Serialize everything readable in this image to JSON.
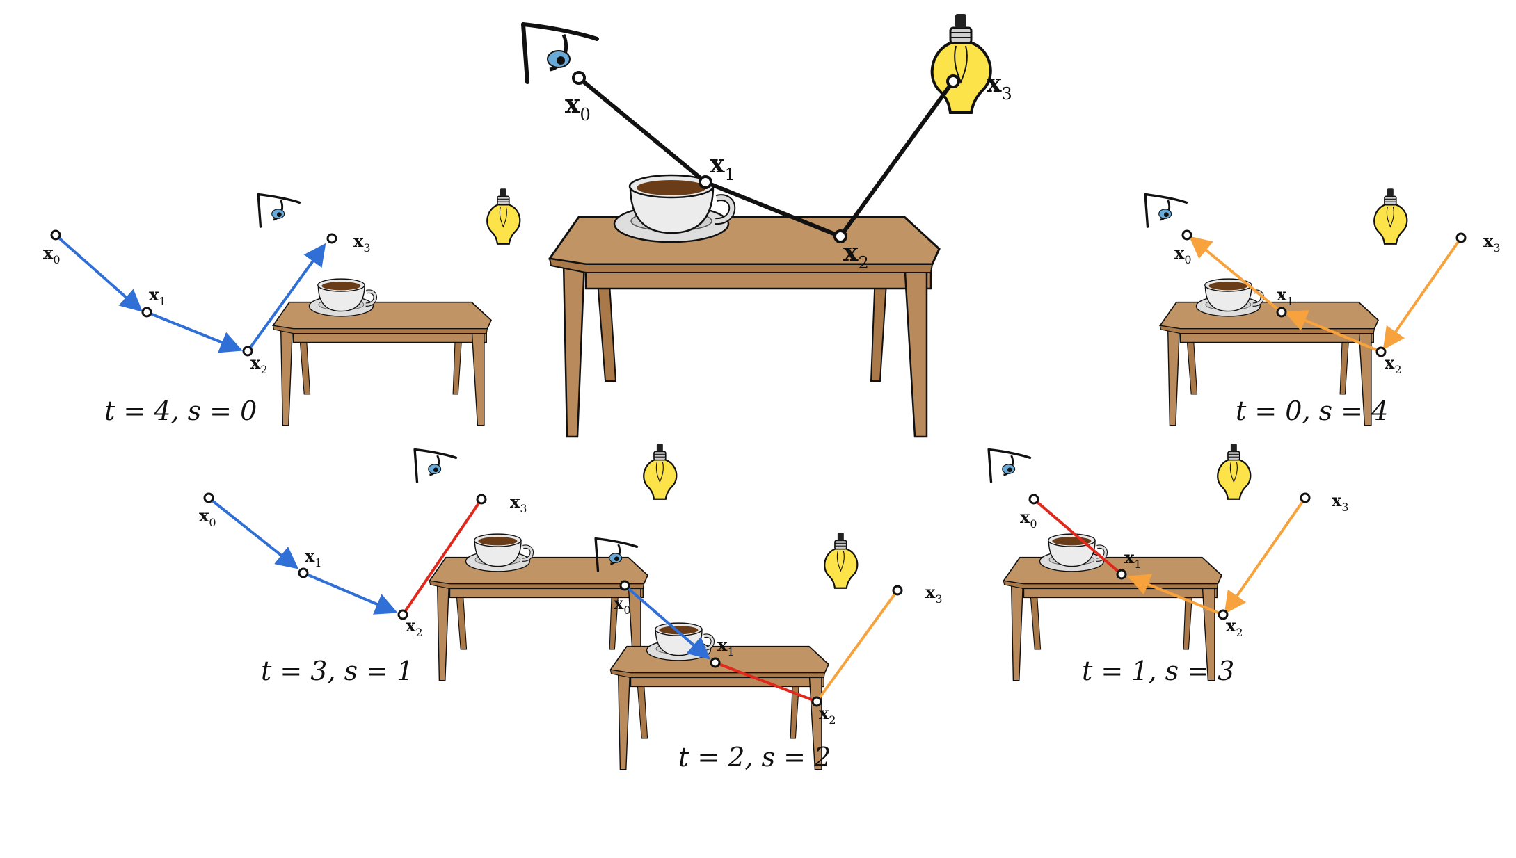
{
  "colors": {
    "camera_path": "#2f6fd6",
    "connection": "#e0281c",
    "light_path": "#f7a23c",
    "full_path": "#111111",
    "table_top": "#c19465",
    "table_body": "#b98b5c",
    "bulb_glass": "#fde34a",
    "bulb_outline": "#111111",
    "coffee": "#6a3c17",
    "cup": "#ececec",
    "eye_iris": "#6aaad8"
  },
  "icons": [
    "eye-icon",
    "light-bulb-icon",
    "coffee-cup-icon",
    "table-icon"
  ],
  "vertex_labels": {
    "x0": "x0",
    "x1": "x1",
    "x2": "x2",
    "x3": "x3"
  },
  "panels": [
    {
      "id": "full",
      "caption": ""
    },
    {
      "id": "t4s0",
      "caption": "t = 4, s = 0",
      "t": 4,
      "s": 0
    },
    {
      "id": "t3s1",
      "caption": "t = 3, s = 1",
      "t": 3,
      "s": 1
    },
    {
      "id": "t2s2",
      "caption": "t = 2, s = 2",
      "t": 2,
      "s": 2
    },
    {
      "id": "t1s3",
      "caption": "t = 1, s = 3",
      "t": 1,
      "s": 3
    },
    {
      "id": "t0s4",
      "caption": "t = 0, s = 4",
      "t": 0,
      "s": 4
    }
  ]
}
